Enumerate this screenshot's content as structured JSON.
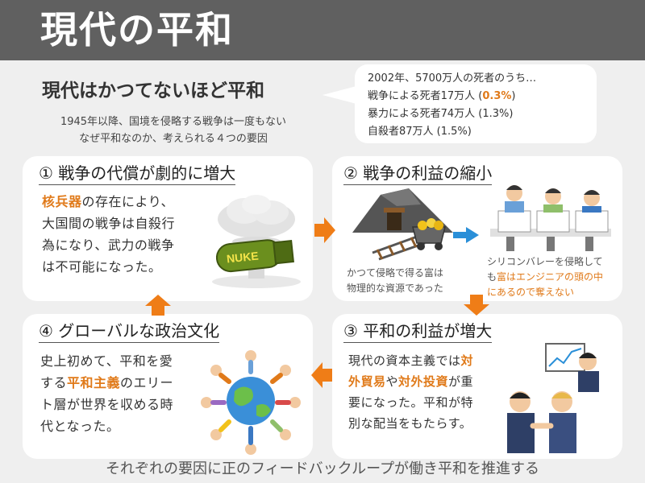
{
  "header": {
    "title": "現代の平和"
  },
  "headline": "現代はかつてないほど平和",
  "intro": {
    "line1": "1945年以降、国境を侵略する戦争は一度もない",
    "line2": "なぜ平和なのか、考えられる４つの要因"
  },
  "bubble": {
    "line1": "2002年、5700万人の死者のうち…",
    "line2_prefix": "戦争による死者17万人 (",
    "line2_highlight": "0.3%",
    "line2_suffix": ")",
    "line3": "暴力による死者74万人 (1.3%)",
    "line4": "自殺者87万人 (1.5%)"
  },
  "cards": {
    "c1": {
      "title": "① 戦争の代償が劇的に増大",
      "highlight": "核兵器",
      "line1_rest": "の存在により、",
      "line2": "大国間の戦争は自殺行",
      "line3": "為になり、武力の戦争",
      "line4": "は不可能になった。",
      "bomb_text": "NUKE"
    },
    "c2": {
      "title": "② 戦争の利益の縮小",
      "caption_left1": "かつて侵略で得る富は",
      "caption_left2": "物理的な資源であった",
      "caption_right1": "シリコンバレーを侵略して",
      "caption_right2_prefix": "も",
      "caption_right2_highlight": "富はエンジニアの頭の中",
      "caption_right3": "にあるので奪えない"
    },
    "c3": {
      "title": "③ 平和の利益が増大",
      "line1_prefix": "現代の資本主義では",
      "line1_highlight": "対",
      "line2_highlight1": "外貿易",
      "line2_mid": "や",
      "line2_highlight2": "対外投資",
      "line2_suffix": "が重",
      "line3": "要になった。平和が特",
      "line4": "別な配当をもたらす。"
    },
    "c4": {
      "title": "④ グローバルな政治文化",
      "line1": "史上初めて、平和を愛",
      "line2_prefix": "する",
      "line2_highlight": "平和主義",
      "line2_suffix": "のエリー",
      "line3": "ト層が世界を収める時",
      "line4": "代となった。"
    }
  },
  "footer": "それぞれの要因に正のフィードバックループが働き平和を推進する",
  "colors": {
    "accent": "#e07a1a",
    "header_bg": "#606060",
    "arrow": "#ef7d17",
    "blue_arrow": "#2a8fd8"
  }
}
